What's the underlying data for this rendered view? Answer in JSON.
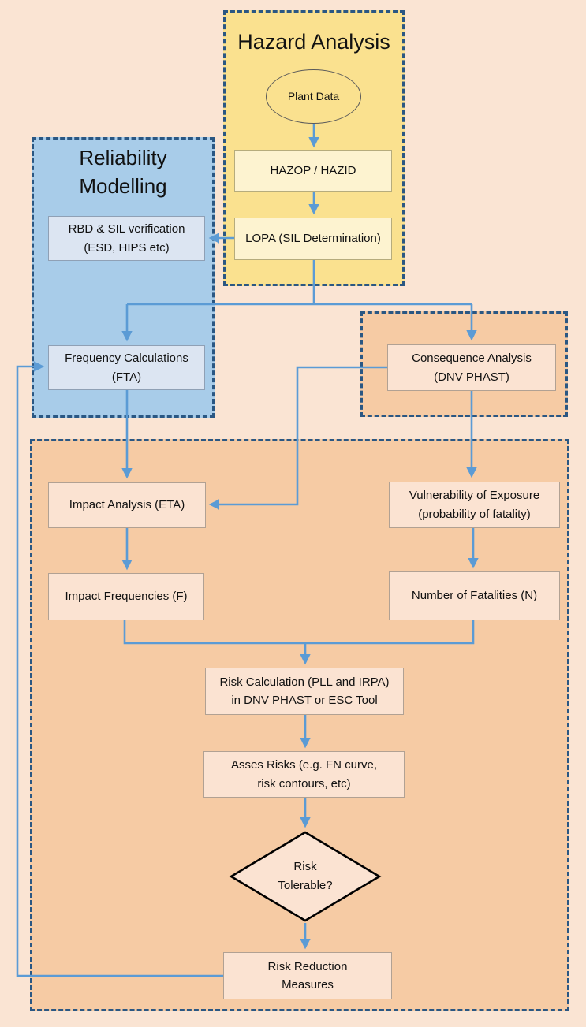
{
  "diagram": {
    "type": "flowchart",
    "background_color": "#fae4d3",
    "arrow_color": "#5b9bd5",
    "dashed_border_color": "#2a5783",
    "diamond_border_color": "#000000"
  },
  "containers": {
    "hazard_analysis": {
      "title": "Hazard Analysis",
      "fill": "#fae18f"
    },
    "reliability_modelling": {
      "title_line1": "Reliability",
      "title_line2": "Modelling",
      "fill": "#a8cce9"
    },
    "consequence_group": {
      "fill": "#f6cba4"
    },
    "risk_assessment_group": {
      "fill": "#f6cba4"
    }
  },
  "nodes": {
    "plant_data": {
      "label": "Plant Data",
      "shape": "ellipse"
    },
    "hazop": {
      "label": "HAZOP / HAZID",
      "shape": "rect"
    },
    "lopa": {
      "label": "LOPA (SIL Determination)",
      "shape": "rect"
    },
    "rbd_sil": {
      "line1": "RBD & SIL verification",
      "line2": "(ESD, HIPS etc)",
      "shape": "rect"
    },
    "frequency_calculations": {
      "line1": "Frequency Calculations",
      "line2": "(FTA)",
      "shape": "rect"
    },
    "consequence_analysis": {
      "line1": "Consequence Analysis",
      "line2": "(DNV PHAST)",
      "shape": "rect"
    },
    "impact_analysis": {
      "label": "Impact Analysis (ETA)",
      "shape": "rect"
    },
    "vulnerability_of_exposure": {
      "line1": "Vulnerability of Exposure",
      "line2": "(probability of fatality)",
      "shape": "rect"
    },
    "impact_frequencies": {
      "label": "Impact Frequencies (F)",
      "shape": "rect"
    },
    "number_of_fatalities": {
      "label": "Number of Fatalities (N)",
      "shape": "rect"
    },
    "risk_calculation": {
      "line1": "Risk Calculation (PLL and IRPA)",
      "line2": "in DNV PHAST or ESC Tool",
      "shape": "rect"
    },
    "assess_risks": {
      "line1": "Asses Risks (e.g. FN curve,",
      "line2": "risk contours, etc)",
      "shape": "rect"
    },
    "risk_tolerable": {
      "line1": "Risk",
      "line2": "Tolerable?",
      "shape": "diamond"
    },
    "risk_reduction": {
      "line1": "Risk Reduction",
      "line2": "Measures",
      "shape": "rect"
    }
  }
}
